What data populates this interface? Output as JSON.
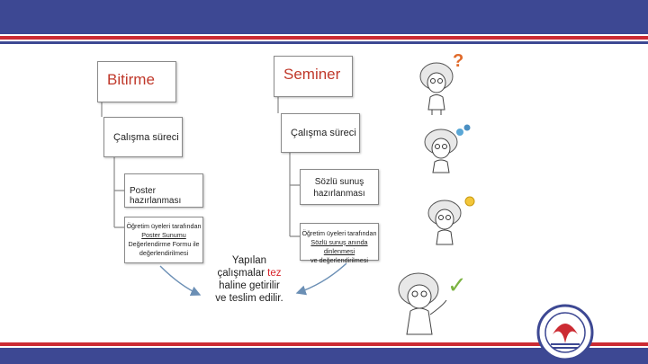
{
  "colors": {
    "header_band": "#3d4893",
    "stripe_red": "#cc2b33",
    "accent_red": "#d8232a",
    "text_red": "#c0392b",
    "connector": "#888888",
    "arrow": "#6b8fb5"
  },
  "left_branch": {
    "title": "Bitirme",
    "process": "Çalışma süreci",
    "step1": "Poster hazırlanması",
    "step2_line1": "Öğretim üyeleri tarafından",
    "step2_line2": "Poster Sunumu",
    "step2_line3": "Değerlendirme Formu ile",
    "step2_line4": "değerlendirilmesi"
  },
  "right_branch": {
    "title": "Seminer",
    "process": "Çalışma süreci",
    "step1_line1": "Sözlü sunuş",
    "step1_line2": "hazırlanması",
    "step2_line1": "Öğretim üyeleri tarafından",
    "step2_line2": "Sözlü sunuş anında dinlenmesi",
    "step2_line3": "ve değerlendirilmesi"
  },
  "conclusion": {
    "line1": "Yapılan",
    "line2_a": "çalışmalar ",
    "line2_b": "tez",
    "line3": "haline getirilir",
    "line4": "ve teslim edilir."
  },
  "icons": {
    "question_mark": "?",
    "check_mark": "✓"
  }
}
